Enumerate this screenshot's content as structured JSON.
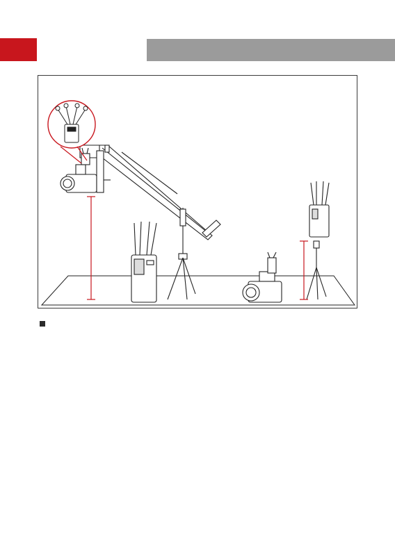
{
  "header": {
    "accent_color": "#c8161d",
    "bar_color": "#9b9b9b"
  },
  "figure": {
    "objects": [
      "jib-crane",
      "camera-on-jib",
      "transmitter-callout",
      "receiver-on-stand",
      "receiver-on-floor",
      "camera-on-floor",
      "tripod-light-stand"
    ],
    "height_marker_color": "#c8161d"
  },
  "content": {
    "bullet_icon": "square-bullet-icon"
  }
}
